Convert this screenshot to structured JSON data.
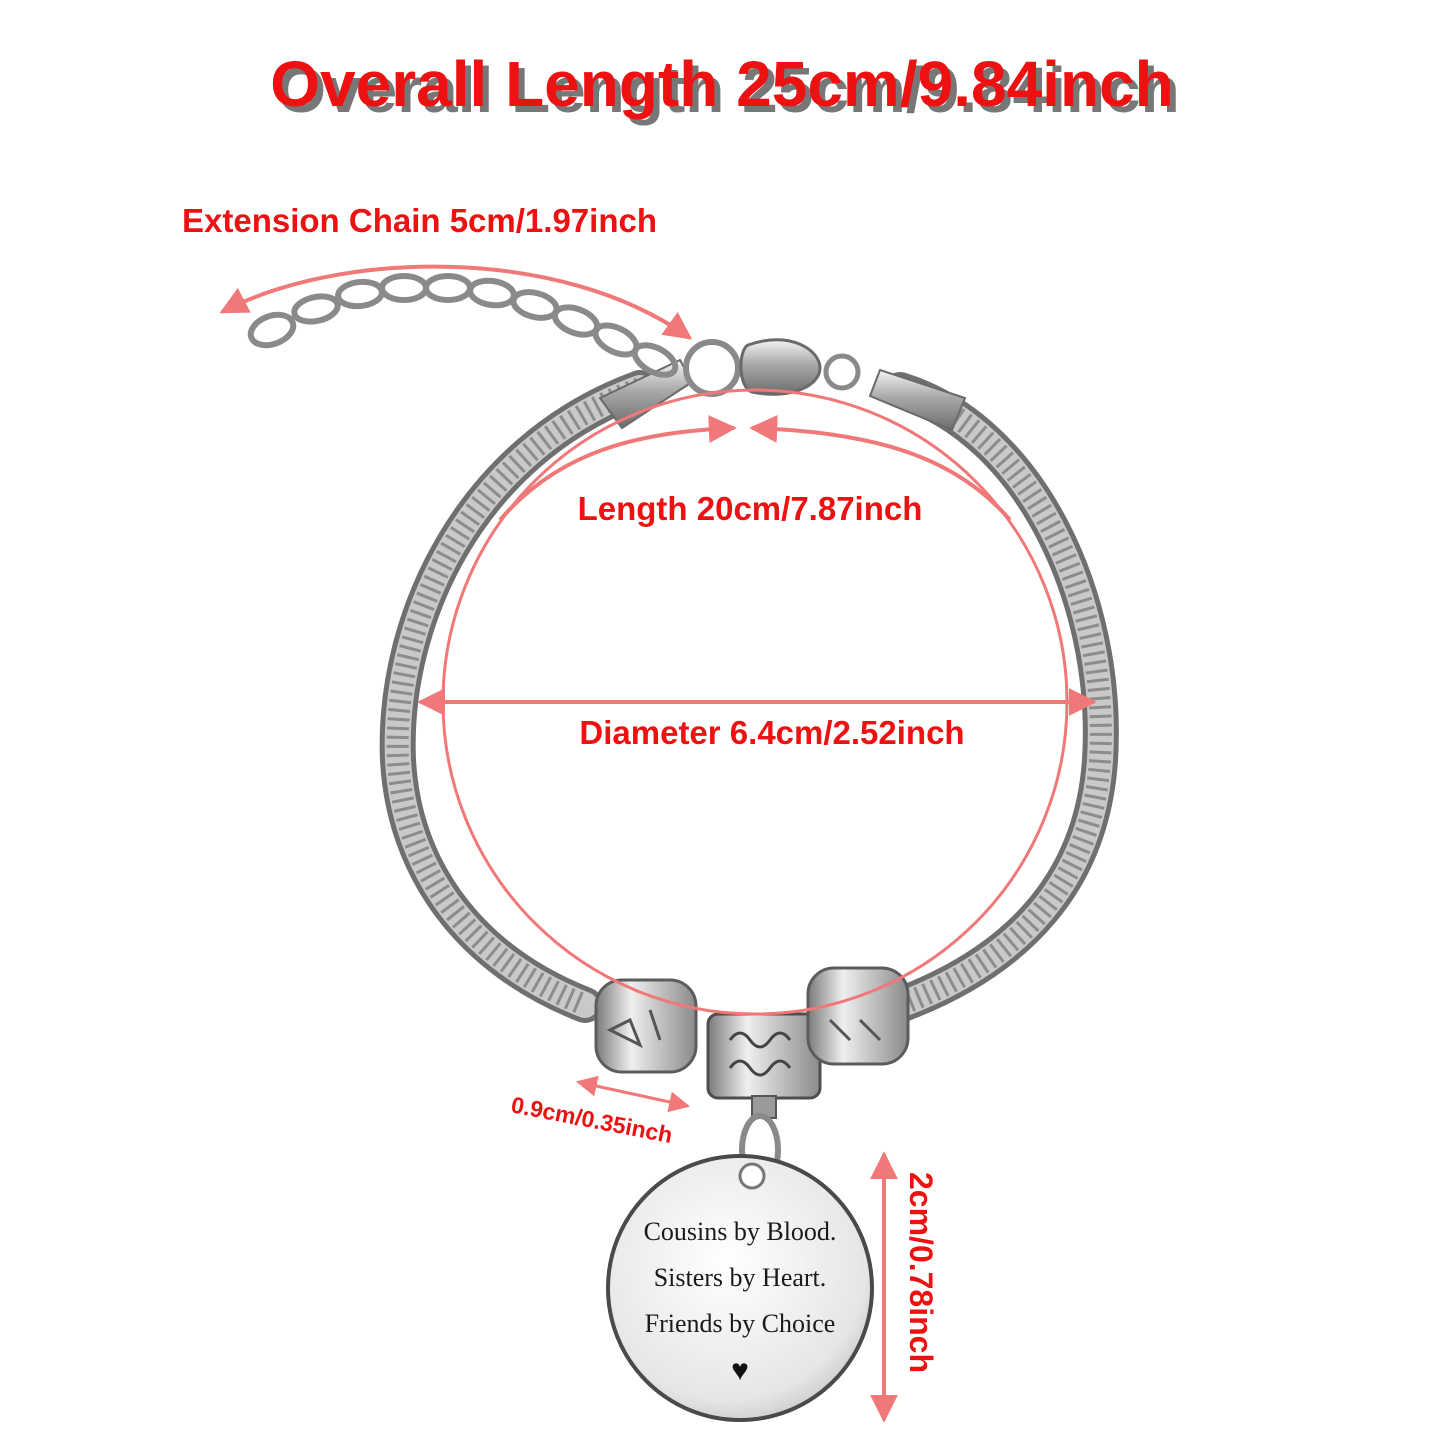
{
  "headline": "Overall Length 25cm/9.84inch",
  "measurements": {
    "extension_chain": "Extension Chain 5cm/1.97inch",
    "length": "Length 20cm/7.87inch",
    "diameter": "Diameter 6.4cm/2.52inch",
    "bead_width": "0.9cm/0.35inch",
    "pendant_size": "2cm/0.78inch"
  },
  "pendant": {
    "line1": "Cousins by Blood.",
    "line2": "Sisters by Heart.",
    "line3": "Friends by Choice",
    "heart": "♥"
  },
  "colors": {
    "label_red": "#ee1111",
    "arrow_pink": "#f07878",
    "metal": "#b9b9b9"
  }
}
